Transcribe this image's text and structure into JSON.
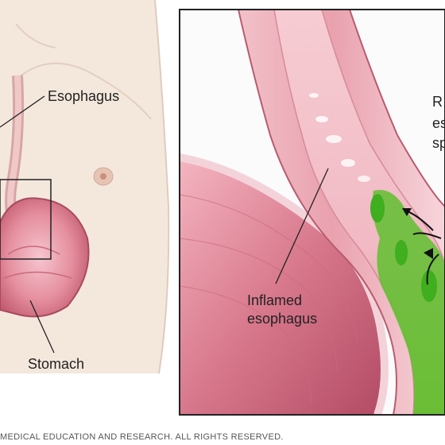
{
  "labels": {
    "esophagus": "Esophagus",
    "stomach": "Stomach",
    "inflamed_line1": "Inflamed",
    "inflamed_line2": "esophagus",
    "right_partial_1": "R",
    "right_partial_2": "es",
    "right_partial_3": "sp"
  },
  "copyright": "MEDICAL EDUCATION AND RESEARCH. ALL RIGHTS RESERVED.",
  "colors": {
    "skin": "#f3e6da",
    "tissue_pink": "#e79aa6",
    "tissue_dark": "#c45f72",
    "acid_green": "#4fbf2f",
    "frame": "#222222"
  }
}
